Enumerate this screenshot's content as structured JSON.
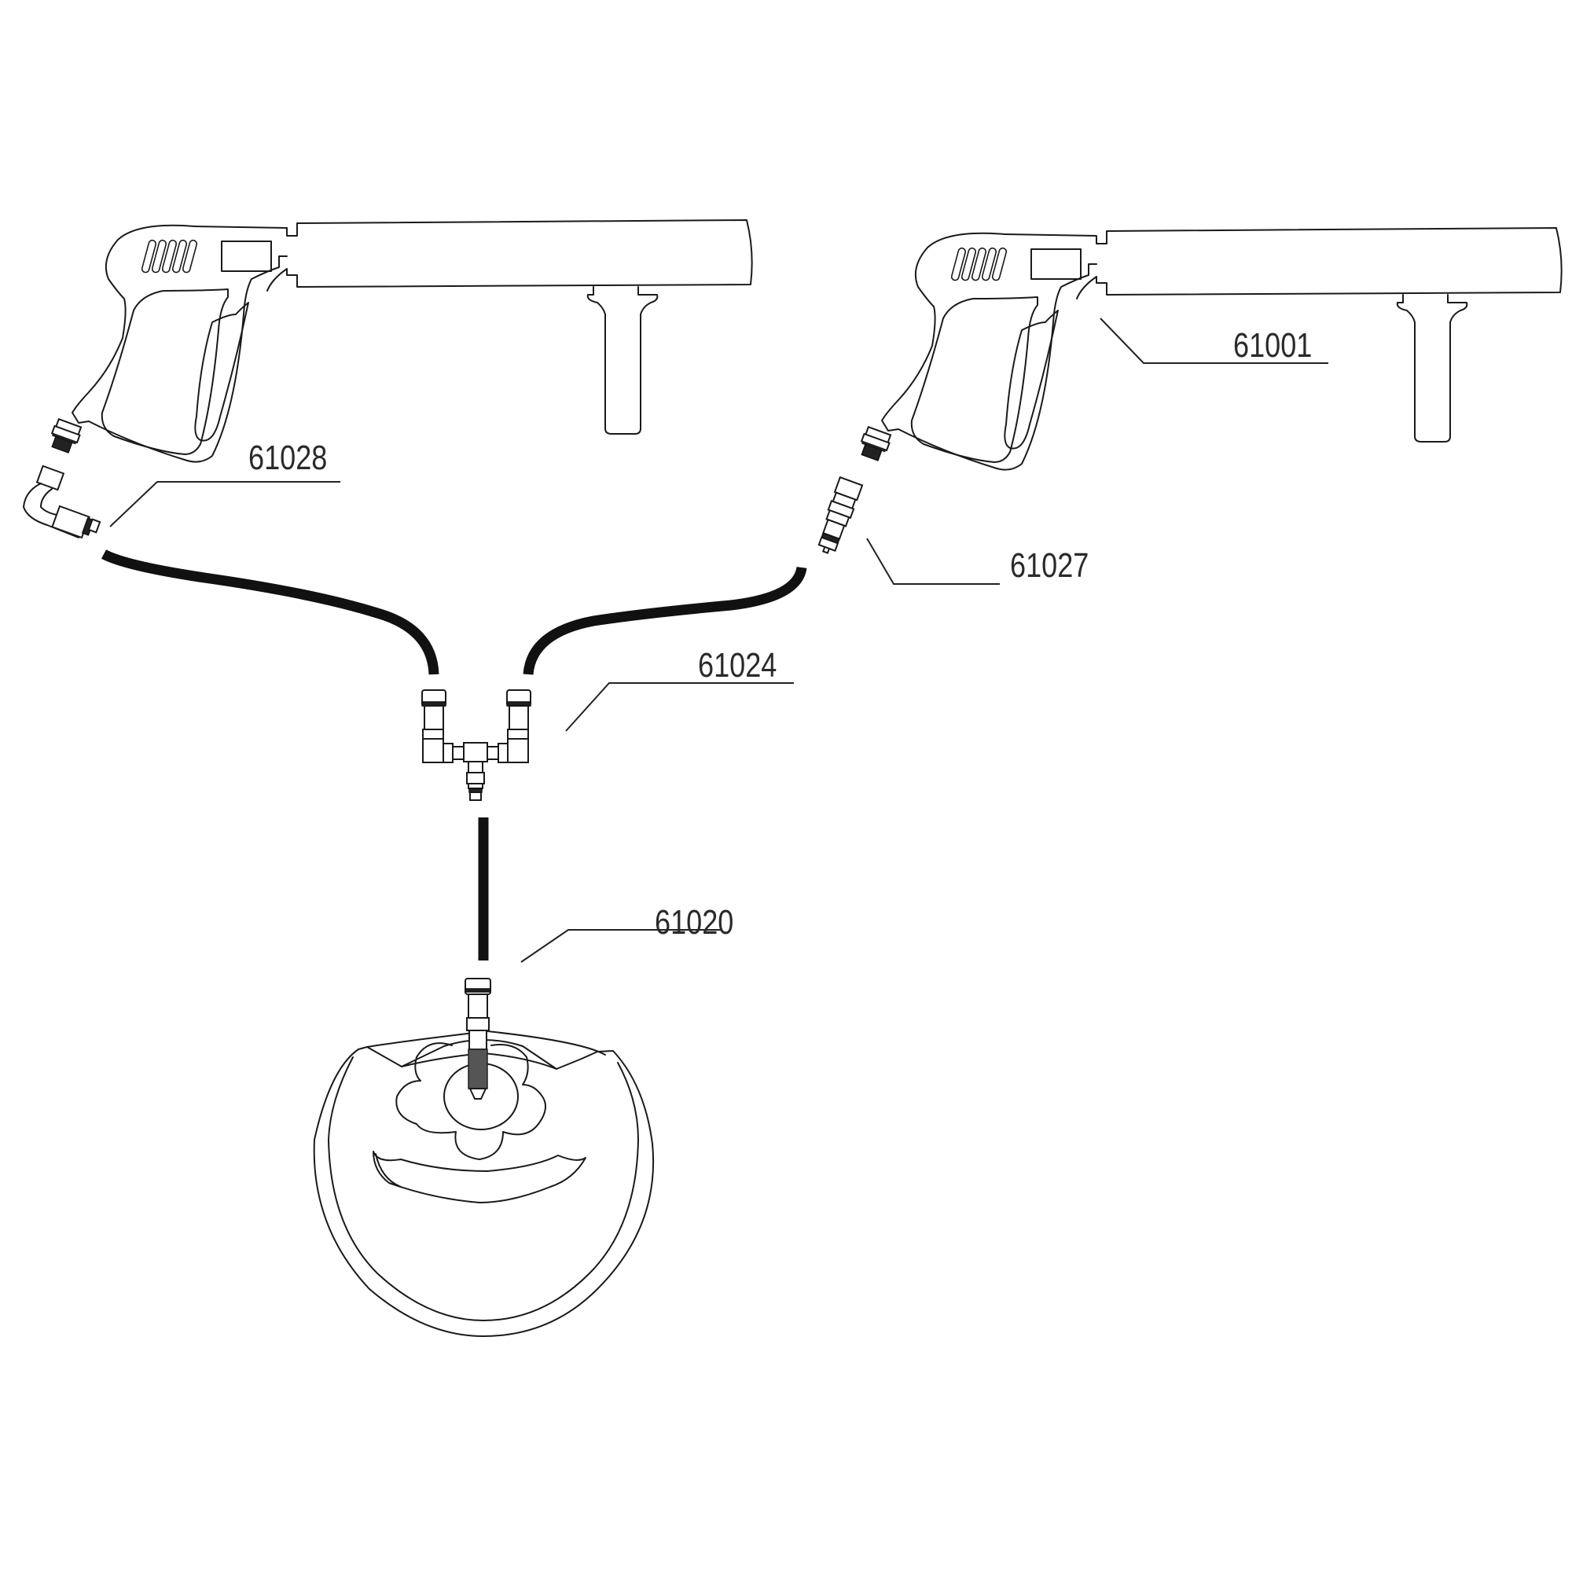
{
  "diagram": {
    "type": "parts-assembly",
    "description": "Twin lance spray gun assembly connected via Y-splitter to rotary surface cleaner",
    "parts": [
      {
        "id": "gun-left",
        "label": "61028",
        "component": "elbow swivel quick-connect plug"
      },
      {
        "id": "gun-right-body",
        "label": "61001",
        "component": "spray gun with lance and side handle"
      },
      {
        "id": "gun-right-fitting",
        "label": "61027",
        "component": "straight quick-connect plug"
      },
      {
        "id": "splitter",
        "label": "61024",
        "component": "Y/T splitter with twin quick couplers"
      },
      {
        "id": "surface-cleaner",
        "label": "61020",
        "component": "rotary surface cleaner with coupler"
      }
    ],
    "colors": {
      "line": "#1a1a1a",
      "hose": "#111111",
      "background": "#ffffff",
      "label": "#2a2a2a"
    }
  }
}
